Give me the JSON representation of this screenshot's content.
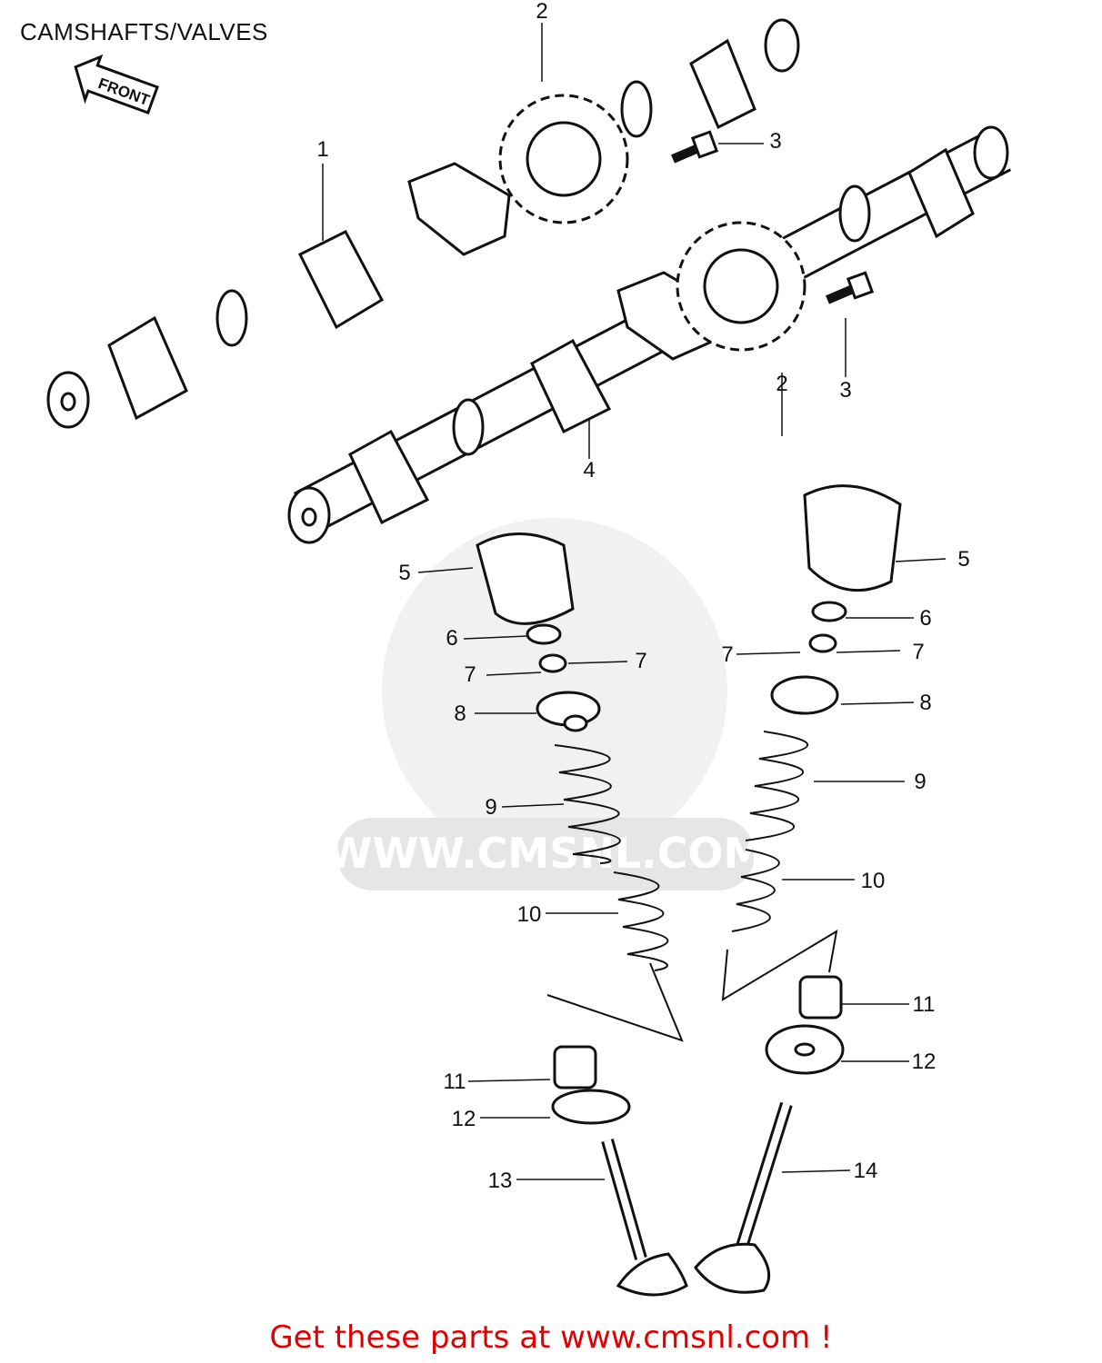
{
  "header": {
    "title": "CAMSHAFTS/VALVES"
  },
  "front_tag": "FRONT",
  "watermark": "WWW.CMSNL.COM",
  "footer": {
    "cta": "Get these parts at www.cmsnl.com !"
  },
  "callouts": [
    "1",
    "2",
    "2",
    "3",
    "3",
    "4",
    "5",
    "5",
    "6",
    "6",
    "7",
    "7",
    "7",
    "7",
    "8",
    "8",
    "9",
    "9",
    "10",
    "10",
    "11",
    "11",
    "12",
    "12",
    "13",
    "14"
  ],
  "colors": {
    "cta": "#e00000",
    "line": "#111111",
    "watermark": "#e6e6e6"
  }
}
